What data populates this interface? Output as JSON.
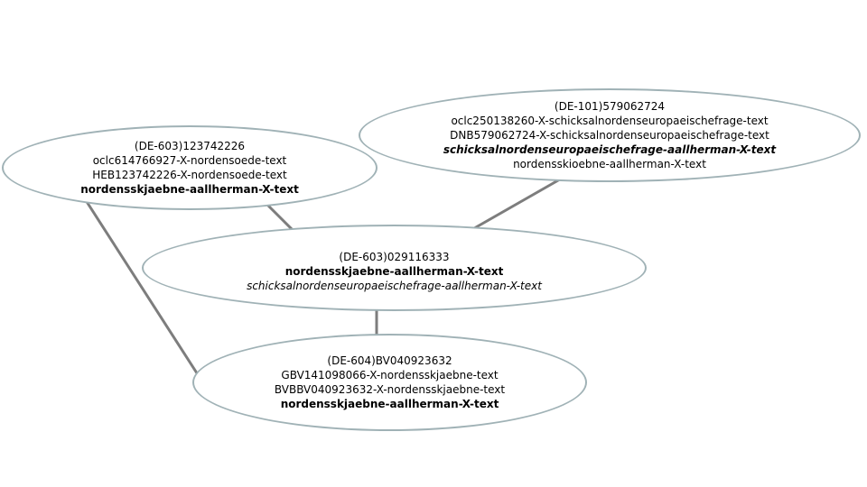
{
  "diagram": {
    "background_color": "#ffffff",
    "node_border_color": "#a0b2b6",
    "edge_color": "#7d7d7d",
    "text_color": "#000000",
    "nodes": [
      {
        "id": "(DE-603)123742226",
        "lines": [
          {
            "text": "(DE-603)123742226",
            "emphasis": "normal"
          },
          {
            "text": "oclc614766927-X-nordensoede-text",
            "emphasis": "normal"
          },
          {
            "text": "HEB123742226-X-nordensoede-text",
            "emphasis": "normal"
          },
          {
            "text": "nordensskjaebne-aallherman-X-text",
            "emphasis": "bold"
          }
        ]
      },
      {
        "id": "(DE-101)579062724",
        "lines": [
          {
            "text": "(DE-101)579062724",
            "emphasis": "normal"
          },
          {
            "text": "oclc250138260-X-schicksalnordenseuropaeischefrage-text",
            "emphasis": "normal"
          },
          {
            "text": "DNB579062724-X-schicksalnordenseuropaeischefrage-text",
            "emphasis": "normal"
          },
          {
            "text": "schicksalnordenseuropaeischefrage-aallherman-X-text",
            "emphasis": "bold-italic"
          },
          {
            "text": "nordensskioebne-aallherman-X-text",
            "emphasis": "normal"
          }
        ]
      },
      {
        "id": "(DE-603)029116333",
        "lines": [
          {
            "text": "(DE-603)029116333",
            "emphasis": "normal"
          },
          {
            "text": "nordensskjaebne-aallherman-X-text",
            "emphasis": "bold"
          },
          {
            "text": "schicksalnordenseuropaeischefrage-aallherman-X-text",
            "emphasis": "italic"
          }
        ]
      },
      {
        "id": "(DE-604)BV040923632",
        "lines": [
          {
            "text": "(DE-604)BV040923632",
            "emphasis": "normal"
          },
          {
            "text": "GBV141098066-X-nordensskjaebne-text",
            "emphasis": "normal"
          },
          {
            "text": "BVBBV040923632-X-nordensskjaebne-text",
            "emphasis": "normal"
          },
          {
            "text": "nordensskjaebne-aallherman-X-text",
            "emphasis": "bold"
          }
        ]
      }
    ],
    "edges": [
      {
        "from": "(DE-603)123742226",
        "to": "(DE-603)029116333"
      },
      {
        "from": "(DE-101)579062724",
        "to": "(DE-603)029116333"
      },
      {
        "from": "(DE-603)123742226",
        "to": "(DE-604)BV040923632"
      },
      {
        "from": "(DE-603)029116333",
        "to": "(DE-604)BV040923632"
      }
    ]
  }
}
